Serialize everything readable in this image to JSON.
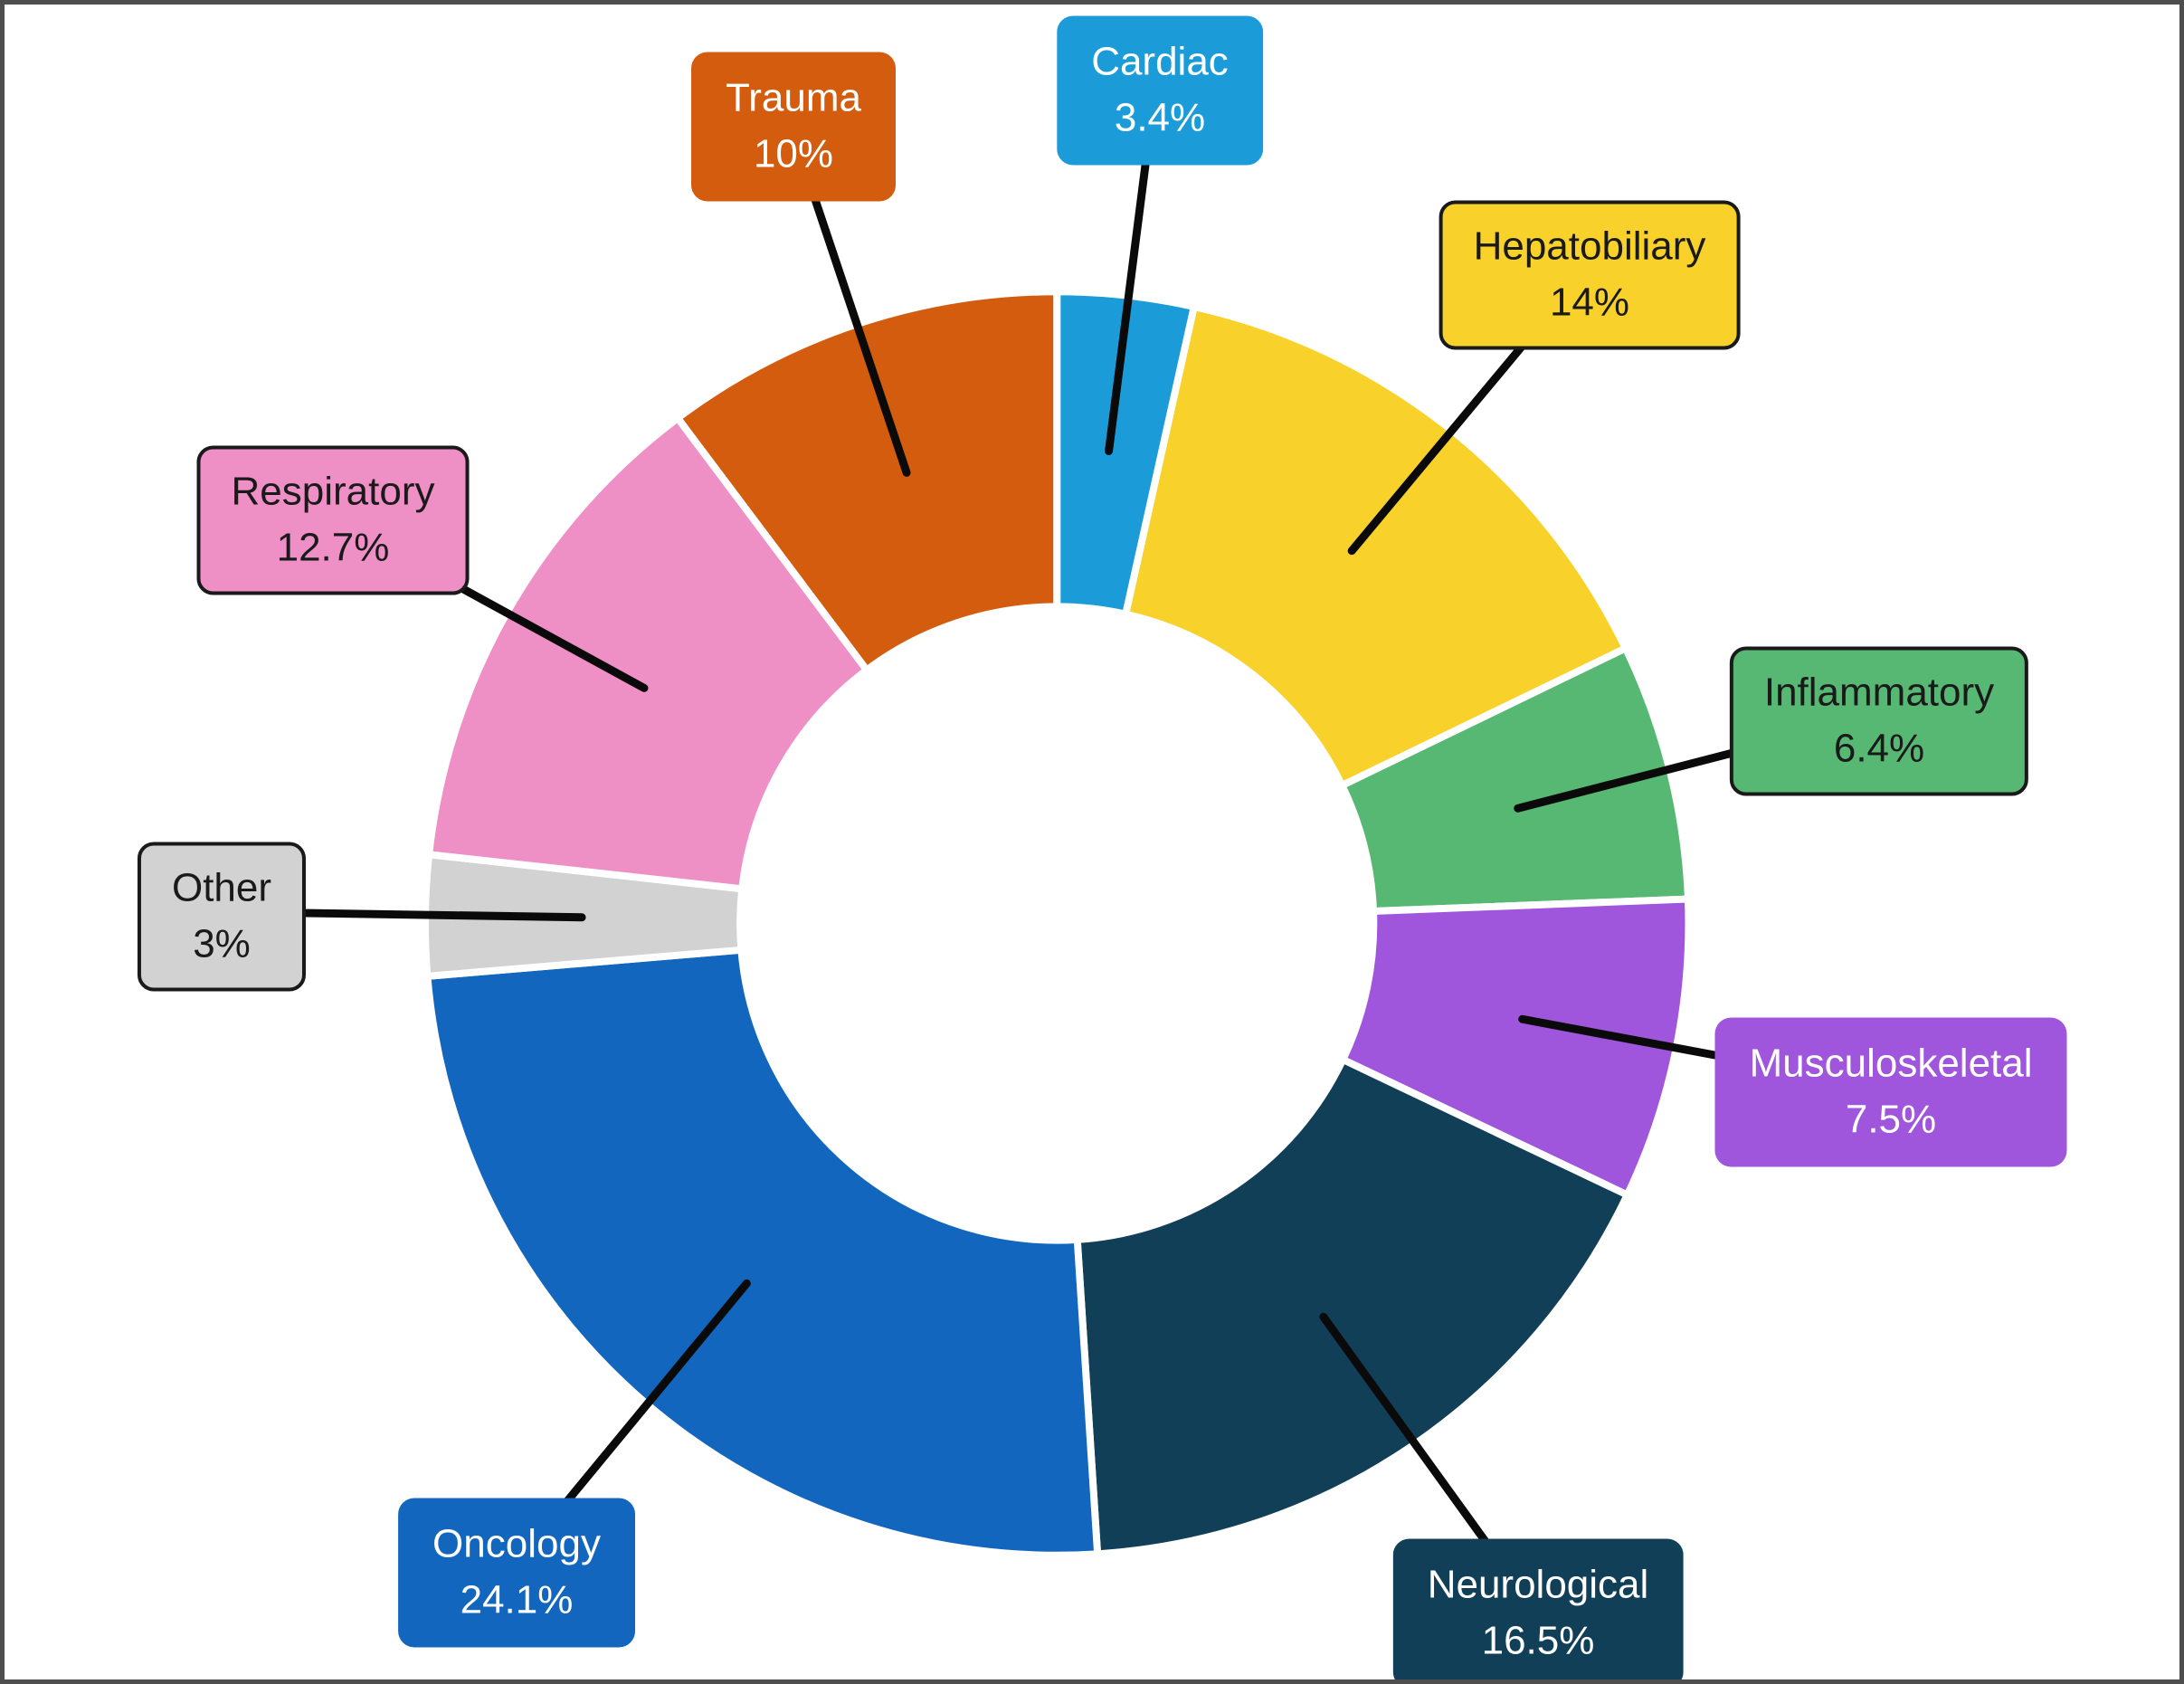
{
  "figure": {
    "background_color": "#ffffff",
    "frame_color": "#4e4e4e",
    "leader_line_color": "#0a0a0a",
    "slice_gap_color": "#ffffff"
  },
  "chart_data": {
    "type": "pie",
    "subtype": "donut",
    "title": "",
    "unit": "%",
    "direction": "clockwise",
    "start_angle_deg": 0,
    "legend_position": "callout-labels",
    "categories": [
      "Cardiac",
      "Hepatobiliary",
      "Inflammatory",
      "Musculoskeletal",
      "Neurological",
      "Oncology",
      "Other",
      "Respiratory",
      "Trauma"
    ],
    "values": [
      3.4,
      14,
      6.4,
      7.5,
      16.5,
      24.1,
      3,
      12.7,
      10
    ],
    "slices": [
      {
        "label": "Cardiac",
        "value": 3.4,
        "display": "3.4%",
        "color": "#1b9cd9",
        "text_color": "#ffffff",
        "outlined": false
      },
      {
        "label": "Hepatobiliary",
        "value": 14,
        "display": "14%",
        "color": "#f9d12b",
        "text_color": "#1a1a1a",
        "outlined": true
      },
      {
        "label": "Inflammatory",
        "value": 6.4,
        "display": "6.4%",
        "color": "#57b873",
        "text_color": "#1a1a1a",
        "outlined": true
      },
      {
        "label": "Musculoskeletal",
        "value": 7.5,
        "display": "7.5%",
        "color": "#a055dd",
        "text_color": "#ffffff",
        "outlined": false
      },
      {
        "label": "Neurological",
        "value": 16.5,
        "display": "16.5%",
        "color": "#123f58",
        "text_color": "#ffffff",
        "outlined": false
      },
      {
        "label": "Oncology",
        "value": 24.1,
        "display": "24.1%",
        "color": "#1366bd",
        "text_color": "#ffffff",
        "outlined": false
      },
      {
        "label": "Other",
        "value": 3,
        "display": "3%",
        "color": "#d2d2d2",
        "text_color": "#1a1a1a",
        "outlined": true
      },
      {
        "label": "Respiratory",
        "value": 12.7,
        "display": "12.7%",
        "color": "#ee8fc6",
        "text_color": "#1a1a1a",
        "outlined": true
      },
      {
        "label": "Trauma",
        "value": 10,
        "display": "10%",
        "color": "#d35c0e",
        "text_color": "#ffffff",
        "outlined": false
      }
    ]
  }
}
